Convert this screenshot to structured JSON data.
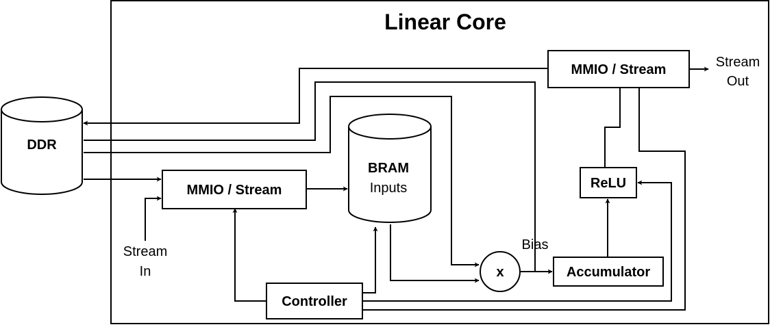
{
  "title": "Linear Core",
  "nodes": {
    "ddr": "DDR",
    "bram_title": "BRAM",
    "bram_subtitle": "Inputs",
    "mmio_in": "MMIO / Stream",
    "mmio_out": "MMIO / Stream",
    "relu": "ReLU",
    "multiplier": "x",
    "accumulator": "Accumulator",
    "controller": "Controller"
  },
  "labels": {
    "stream_in_1": "Stream",
    "stream_in_2": "In",
    "stream_out_1": "Stream",
    "stream_out_2": "Out",
    "bias": "Bias"
  }
}
